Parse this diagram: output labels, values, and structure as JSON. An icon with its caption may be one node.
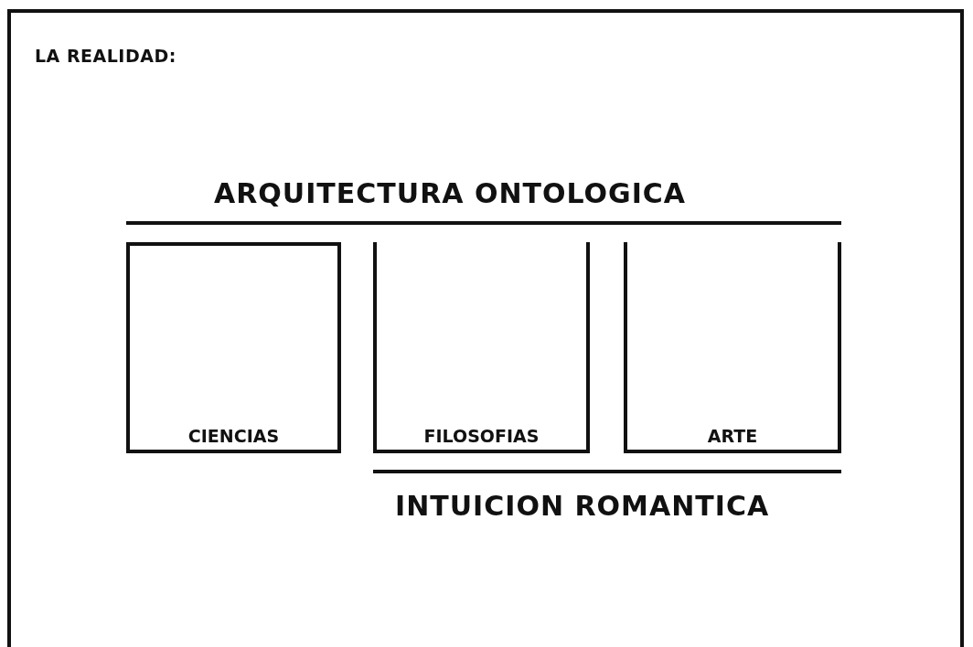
{
  "diagram": {
    "nodes": [
      {
        "text": [
          "LA REALIDAD:"
        ]
      },
      {
        "text": [
          "CIENCIAS"
        ],
        "in": 0
      },
      {
        "text": [
          "FILOSOFIAS"
        ],
        "in": 0
      },
      {
        "text": [
          "ARTE"
        ],
        "in": 0
      }
    ],
    "labels": [
      "ARQUITECTURA ONTOLOGICA",
      "INTUICION ROMANTICA"
    ]
  }
}
